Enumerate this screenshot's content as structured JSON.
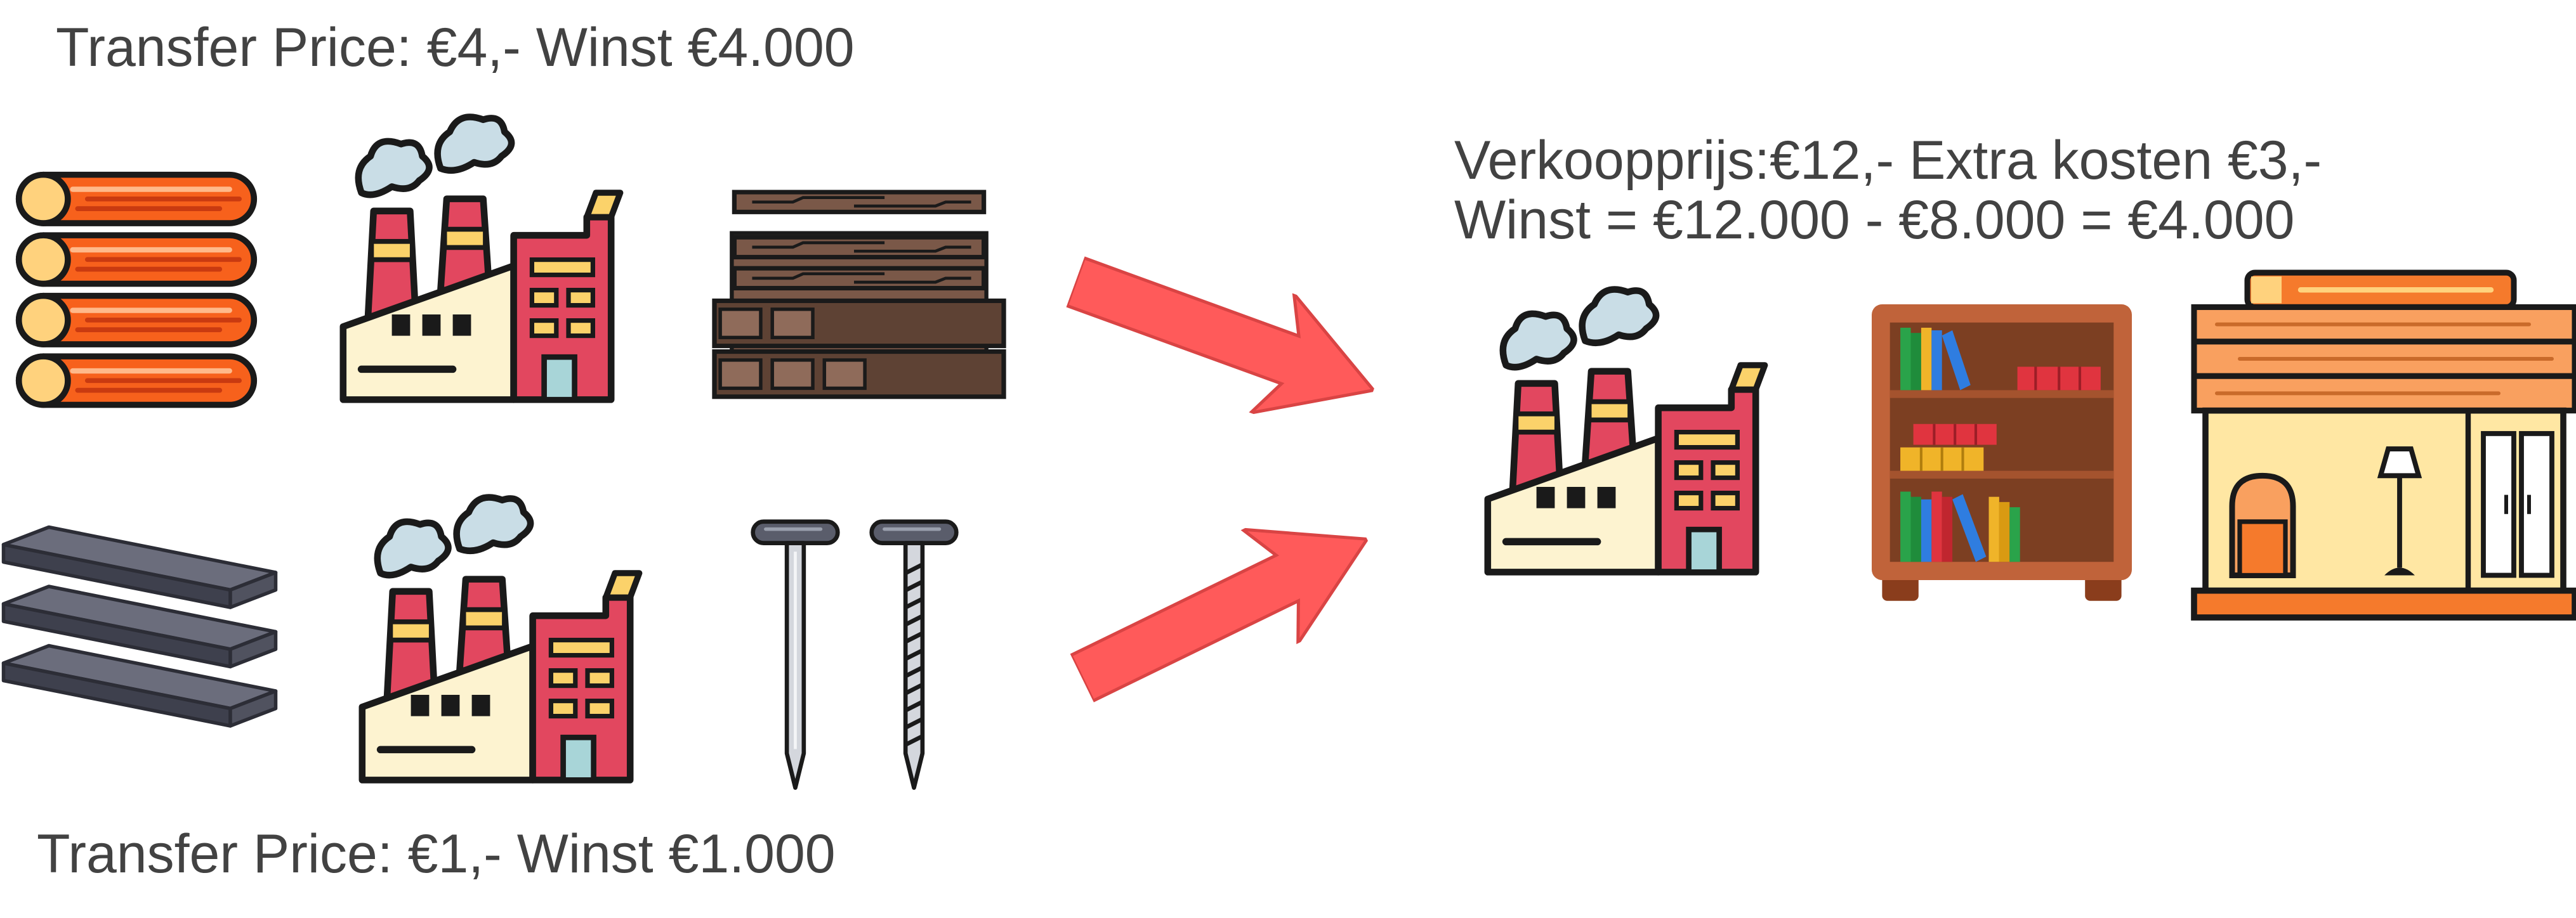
{
  "top_caption": "Transfer Price: €4,- Winst €4.000",
  "bottom_caption": "Transfer Price: €1,- Winst €1.000",
  "sales": {
    "line1": "Verkoopprijs:€12,- Extra kosten €3,-",
    "line2": "Winst = €12.000 - €8.000 = €4.000"
  },
  "icons": [
    "logs-icon",
    "factory-icon",
    "wood-planks-icon",
    "steel-beams-icon",
    "nails-icon",
    "arrow-icon",
    "bookshelf-icon",
    "furniture-store-icon"
  ],
  "colors": {
    "outline": "#1a1a1a",
    "arrow": "#ff5a5a",
    "factory_red": "#e2475f",
    "log_orange": "#f7611c",
    "wood_brown": "#7a5848",
    "steel": "#4b4d5c",
    "shelf_brown": "#c0633a",
    "store_orange": "#f9a05f"
  }
}
